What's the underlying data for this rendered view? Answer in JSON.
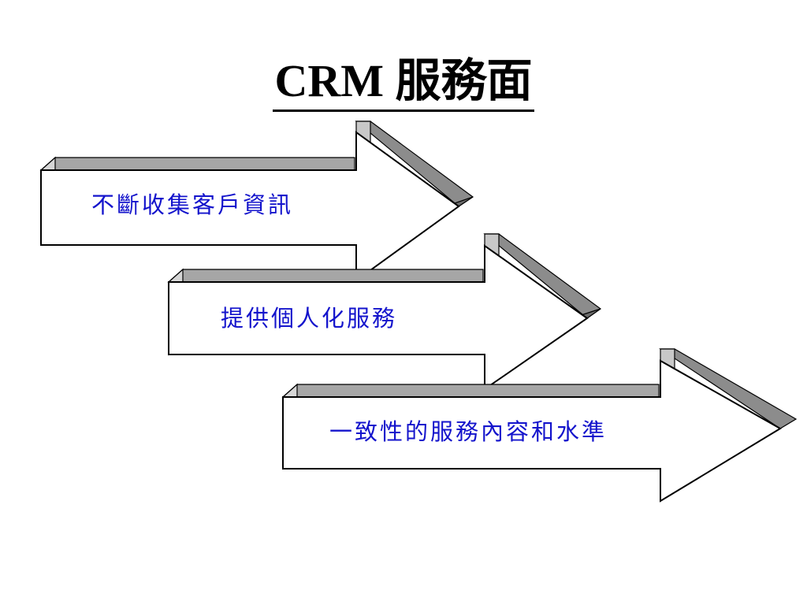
{
  "title": "CRM 服務面",
  "steps": [
    {
      "label": "不斷收集客戶資訊"
    },
    {
      "label": "提供個人化服務"
    },
    {
      "label": "一致性的服務內容和水準"
    }
  ],
  "colors": {
    "text": "#1414cc",
    "arrow_face": "#ffffff",
    "bevel_light": "#d6d6d6",
    "bevel_mid": "#a6a6a6",
    "bevel_dark": "#6b6b6b",
    "outline": "#000000"
  }
}
